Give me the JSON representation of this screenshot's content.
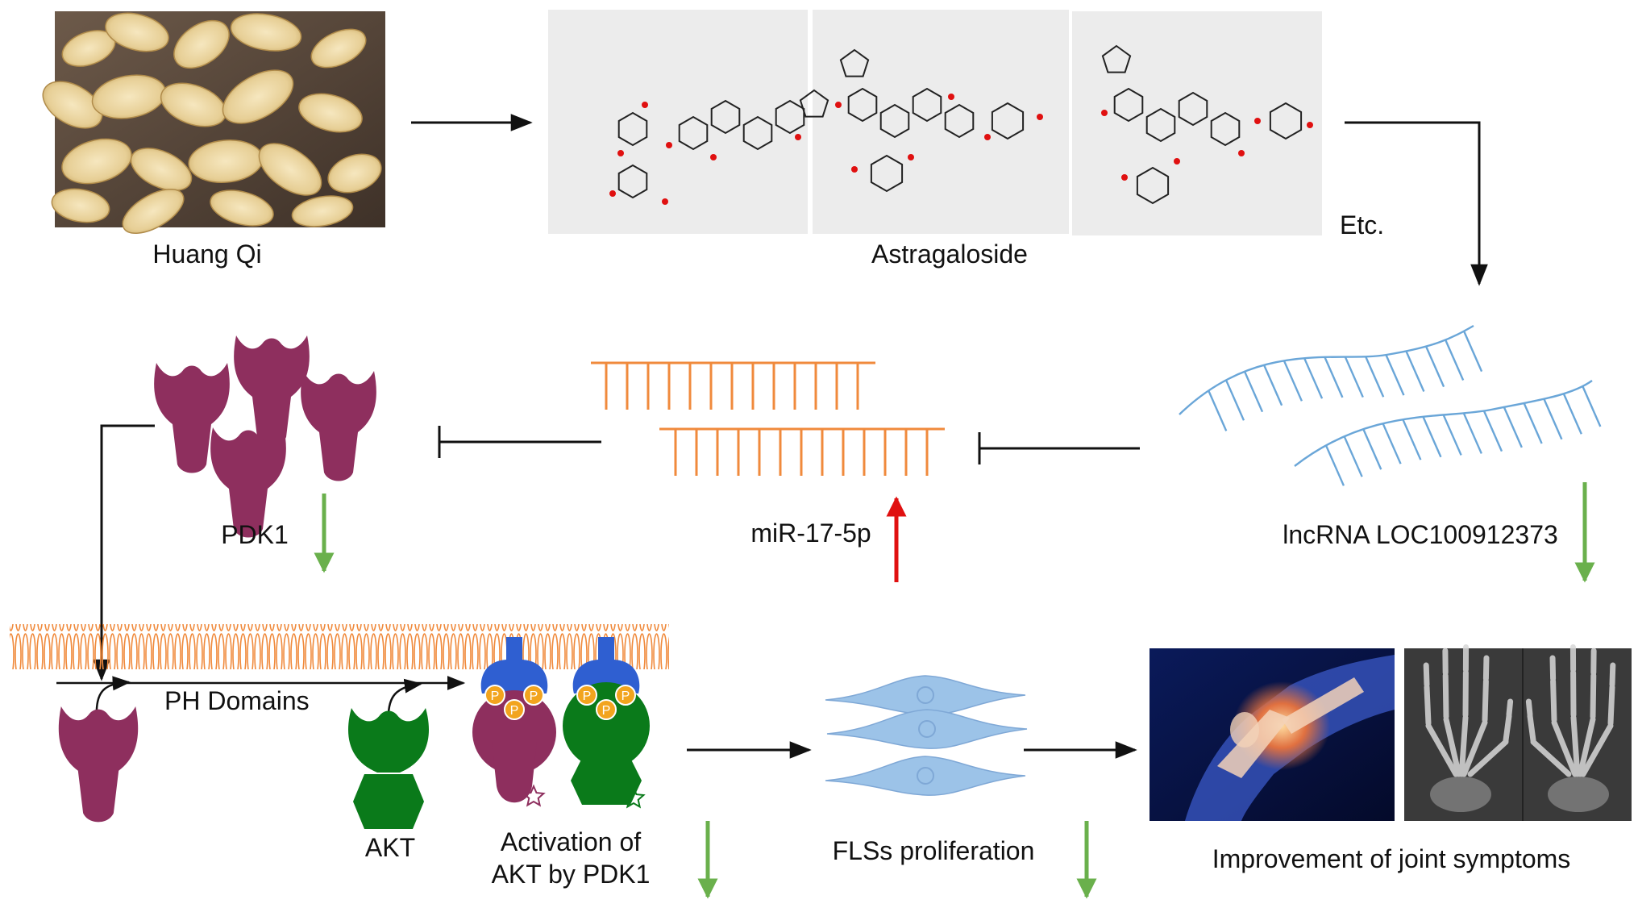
{
  "labels": {
    "huang_qi": "Huang Qi",
    "astragaloside": "Astragaloside",
    "etc": "Etc.",
    "pdk1": "PDK1",
    "mirna": "miR-17-5p",
    "lncrna": "lncRNA LOC100912373",
    "ph_domains": "PH Domains",
    "akt": "AKT",
    "activation": "Activation of AKT by PDK1",
    "fls": "FLSs proliferation",
    "improvement": "Improvement of joint symptoms",
    "phospho": "P"
  },
  "colors": {
    "pdk1": "#8e2f5e",
    "akt": "#0a7a1a",
    "receptor": "#2f5fd1",
    "phosphate": "#f2a41e",
    "mirna": "#f08a3c",
    "lncrna": "#6aa6d8",
    "down_arrow": "#6ab04c",
    "up_arrow": "#e01010",
    "membrane": "#f08a3c",
    "cell": "#9cc3e8",
    "panel_bg": "#ececec"
  },
  "icons": [
    "huang-qi-photo",
    "astragaloside-structure",
    "pdk1-protein",
    "akt-protein",
    "knee-xray",
    "hand-xray"
  ]
}
